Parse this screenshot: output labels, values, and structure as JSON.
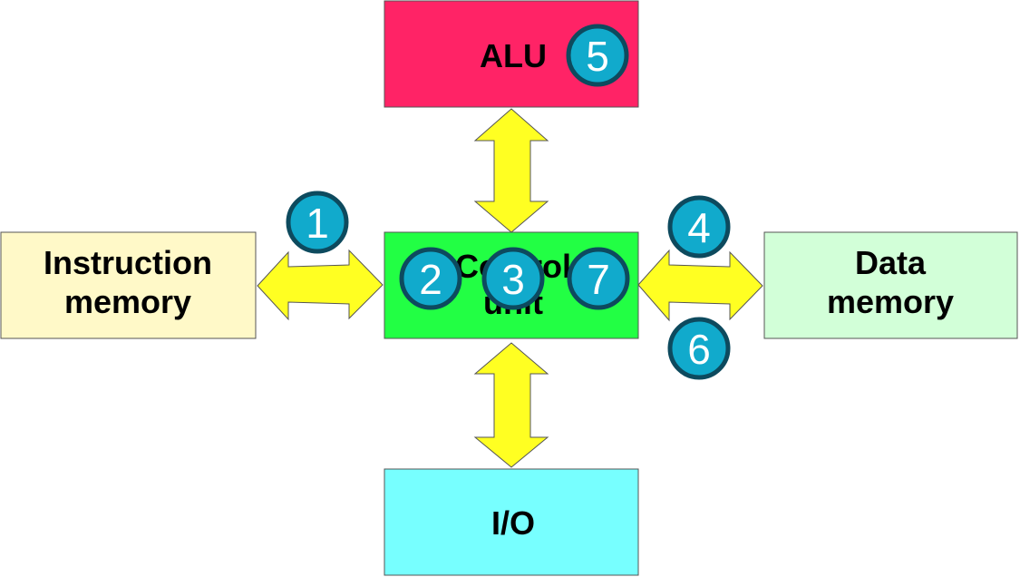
{
  "colors": {
    "alu": "#ff2366",
    "control_unit": "#22ff44",
    "instruction_memory": "#fff9c8",
    "data_memory": "#d2ffd8",
    "io": "#77ffff",
    "arrow": "#ffff22",
    "badge_fill": "#11aacc",
    "badge_ring": "#0d4a5e"
  },
  "boxes": {
    "alu": {
      "label": "ALU"
    },
    "control_unit": {
      "line1": "Control",
      "line2": "unit"
    },
    "instruction_memory": {
      "line1": "Instruction",
      "line2": "memory"
    },
    "data_memory": {
      "line1": "Data",
      "line2": "memory"
    },
    "io": {
      "label": "I/O"
    }
  },
  "steps": {
    "s1": "1",
    "s2": "2",
    "s3": "3",
    "s4": "4",
    "s5": "5",
    "s6": "6",
    "s7": "7"
  }
}
